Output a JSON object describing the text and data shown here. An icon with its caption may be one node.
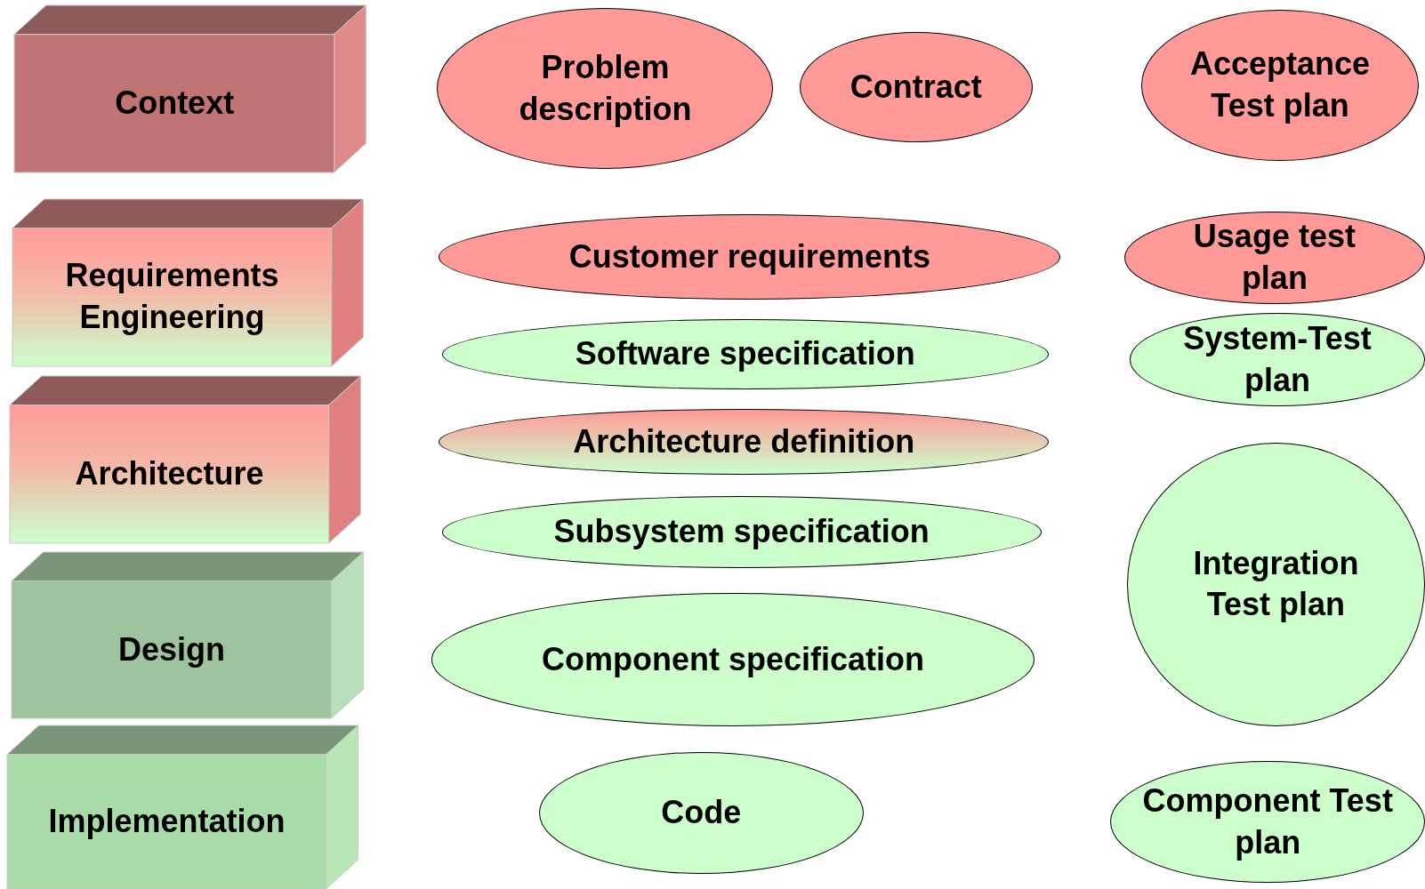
{
  "diagram": {
    "nodes": [
      {
        "text": [
          "Context"
        ]
      },
      {
        "text": [
          "Problem description"
        ]
      },
      {
        "text": [
          "Contract"
        ]
      },
      {
        "text": [
          "Acceptance Test plan"
        ]
      },
      {
        "text": [
          "Requirements Engineering"
        ]
      },
      {
        "text": [
          "Customer requirements"
        ]
      },
      {
        "text": [
          "Usage test plan"
        ]
      },
      {
        "text": [
          "Software specification"
        ]
      },
      {
        "text": [
          "System-Test plan"
        ]
      },
      {
        "text": [
          "Architecture"
        ]
      },
      {
        "text": [
          "Architecture definition"
        ]
      },
      {
        "text": [
          "Subsystem specification"
        ]
      },
      {
        "text": [
          "Integration Test plan"
        ]
      },
      {
        "text": [
          "Design"
        ]
      },
      {
        "text": [
          "Component specification"
        ]
      },
      {
        "text": [
          "Implementation"
        ]
      },
      {
        "text": [
          "Code"
        ]
      },
      {
        "text": [
          "Component Test plan"
        ]
      }
    ]
  }
}
